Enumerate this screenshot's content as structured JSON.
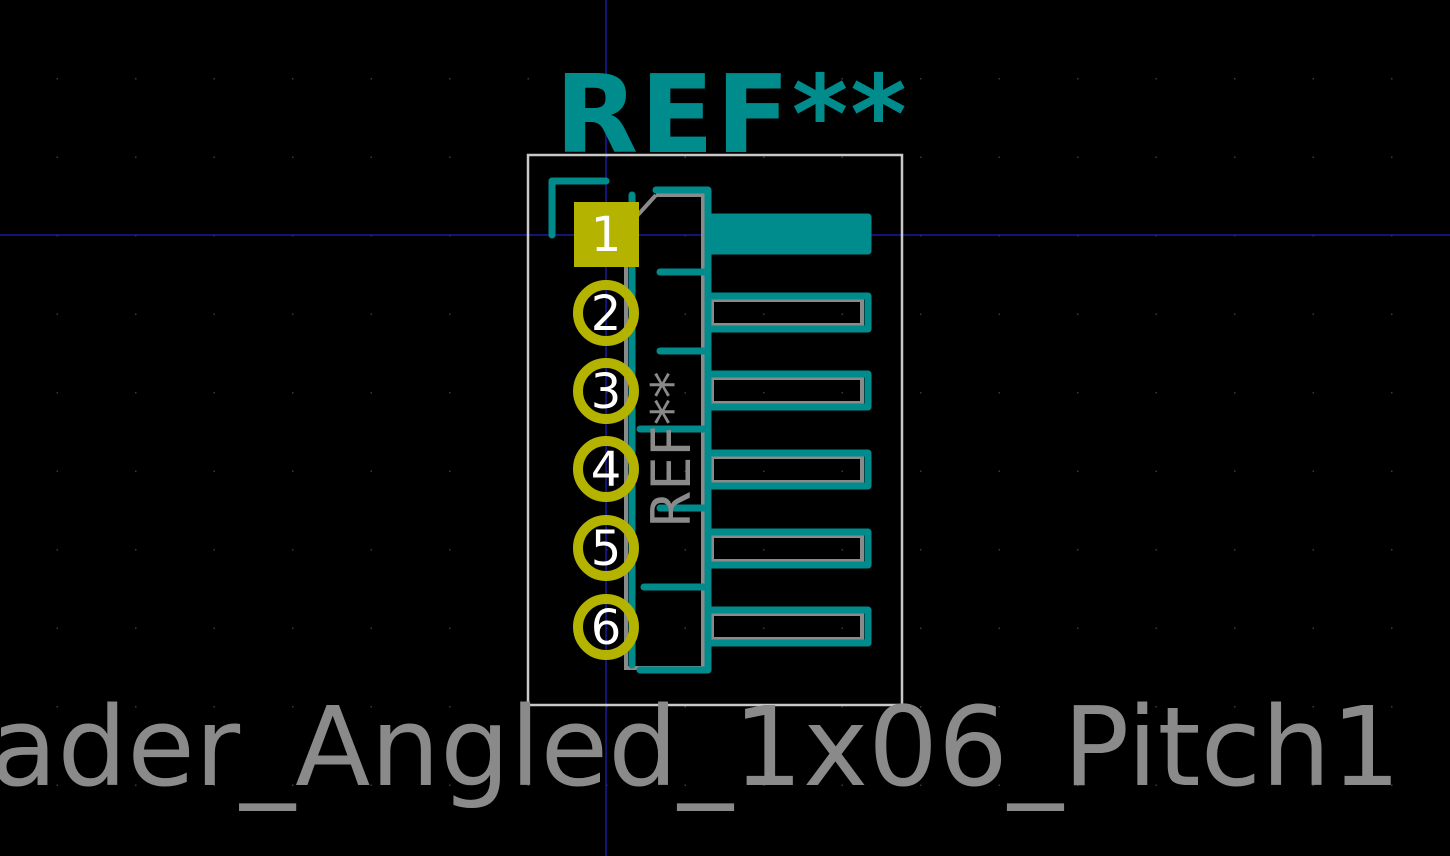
{
  "footprint": {
    "reference_text": "REF**",
    "fab_reference_text": "REF**",
    "value_text": "ader_Angled_1x06_Pitch1",
    "pins": [
      "1",
      "2",
      "3",
      "4",
      "5",
      "6"
    ]
  },
  "colors": {
    "background": "#000000",
    "grid_dot": "#3a3a3a",
    "axis": "#1a1aa0",
    "silkscreen": "#008c8c",
    "fab": "#8a8a8a",
    "courtyard": "#c8c8c8",
    "pad": "#b4b400",
    "pad_number": "#ffffff"
  },
  "icons": {
    "pad_square": "square-pad-icon",
    "pad_round": "round-pad-icon"
  }
}
